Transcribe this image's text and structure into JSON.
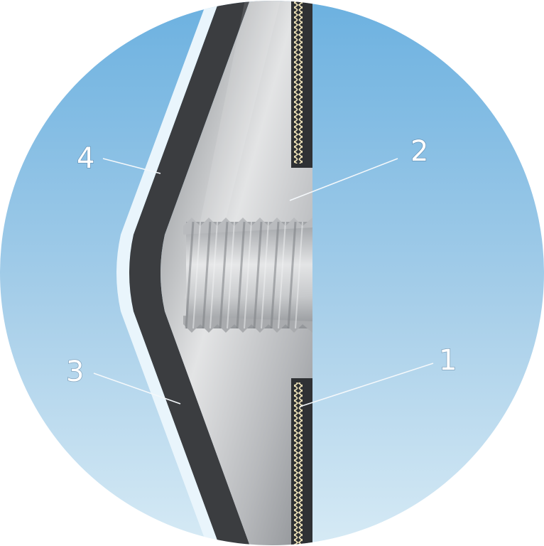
{
  "diagram": {
    "callouts": [
      {
        "id": "callout-1",
        "label": "1"
      },
      {
        "id": "callout-2",
        "label": "2"
      },
      {
        "id": "callout-3",
        "label": "3"
      },
      {
        "id": "callout-4",
        "label": "4"
      }
    ]
  },
  "colors": {
    "circle_top": "#6fb3e0",
    "circle_bottom": "#d4e8f4",
    "metal_light": "#e6e7e8",
    "metal_dark": "#8e9195",
    "coating_dark": "#3b3d40",
    "outer_film": "#e9f5fc",
    "fabric_stitch": "#efe3b8"
  }
}
